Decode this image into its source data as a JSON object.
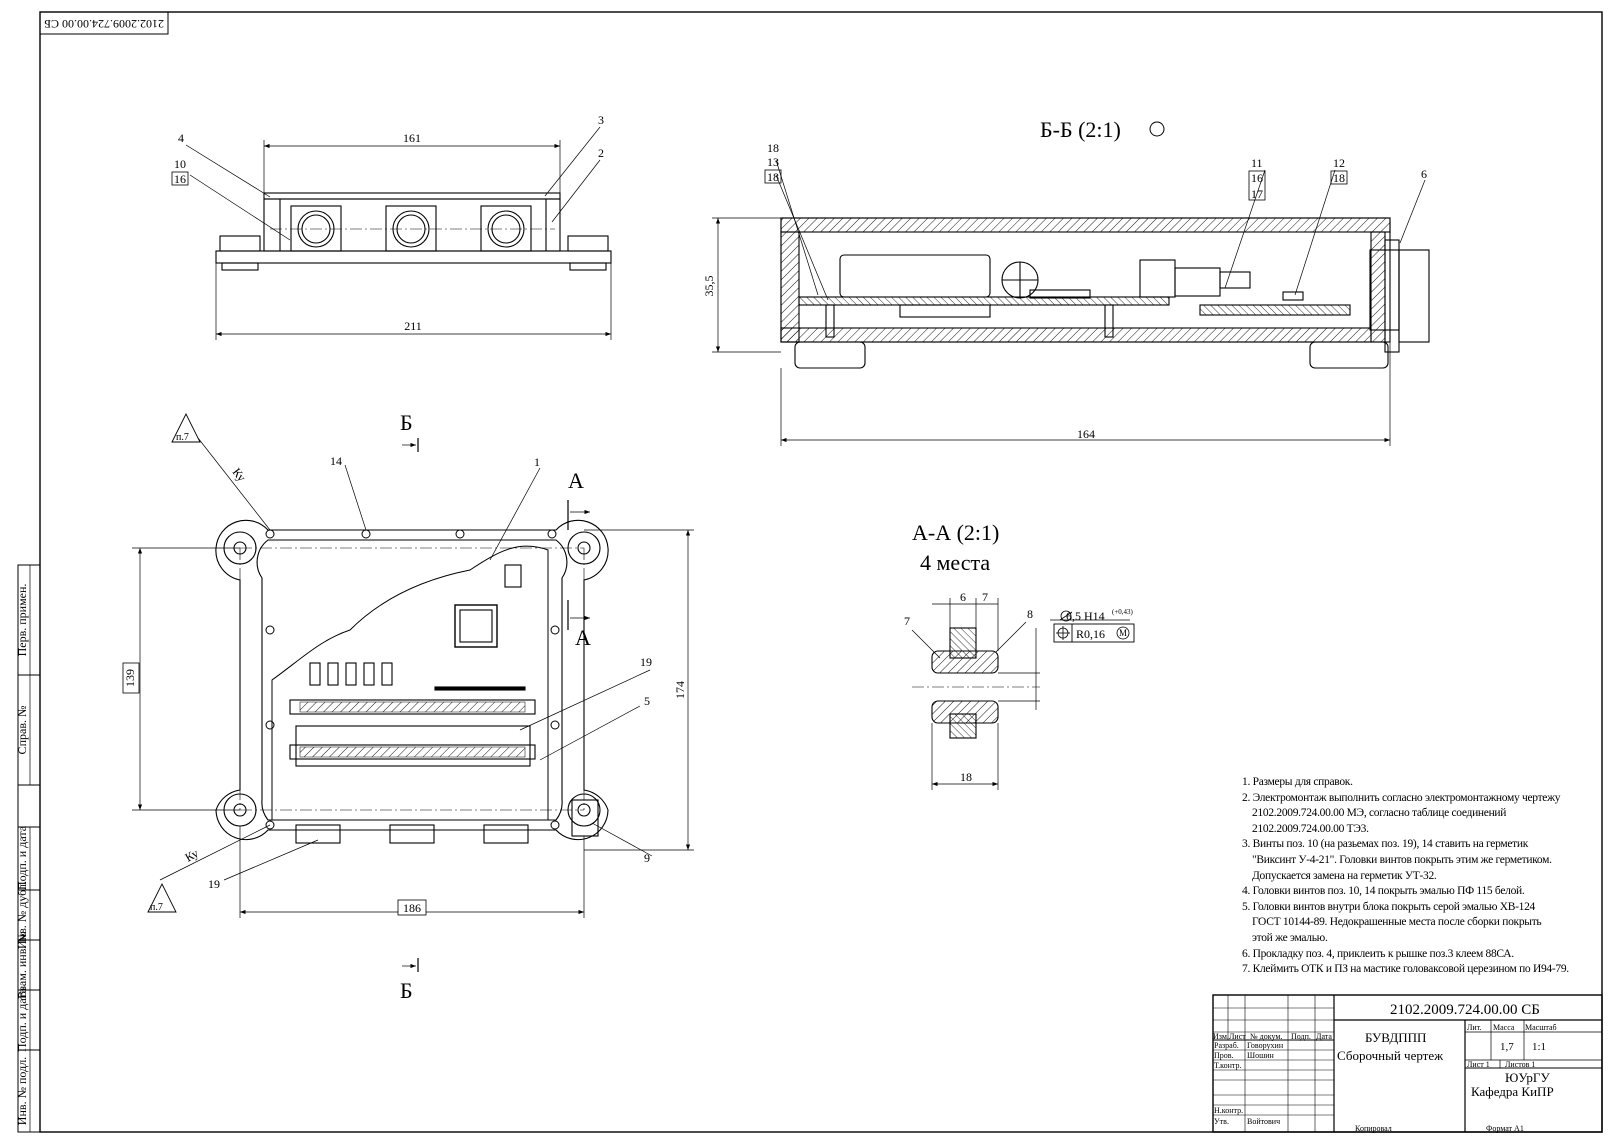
{
  "stamp_code": "2102.2009.724.00.00 СБ",
  "views": {
    "section_bb": "Б-Б (2:1)",
    "section_aa": "А-А (2:1)",
    "section_aa_count": "4 места",
    "letter_b": "Б",
    "letter_a": "А"
  },
  "dimensions": {
    "top_width": "161",
    "top_base": "211",
    "bb_height": "35,5",
    "bb_length": "164",
    "plan_height": "139",
    "plan_total_height": "174",
    "plan_width": "186",
    "aa_w1": "6",
    "aa_w2": "7",
    "aa_len": "18",
    "hole": "6,5 H14",
    "hole_tol": "(+0,43)",
    "position_tol": "R0,16",
    "tol_modifier": "M"
  },
  "marks": {
    "p7": "п.7",
    "ku": "Ку"
  },
  "callouts": {
    "top": [
      "4",
      "10",
      "16",
      "3",
      "2"
    ],
    "bb": [
      "18",
      "13",
      "18",
      "11",
      "16",
      "17",
      "12",
      "18",
      "6"
    ],
    "plan": [
      "14",
      "1",
      "19",
      "5",
      "9",
      "19"
    ],
    "aa": [
      "7",
      "8"
    ]
  },
  "notes": [
    "1. Размеры для справок.",
    "2. Электромонтаж выполнить согласно электромонтажному чертежу",
    "2102.2009.724.00.00 МЭ, согласно таблице соединений",
    "2102.2009.724.00.00 ТЭ3.",
    "3. Винты поз. 10 (на разьемах поз. 19), 14 ставить на герметик",
    "\"Виксинт У-4-21\". Головки винтов покрыть этим же герметиком.",
    "Допускается замена на герметик УТ-32.",
    "4. Головки винтов поз. 10, 14 покрыть эмалью ПФ 115 белой.",
    "5. Головки винтов внутри блока покрыть серой эмалью ХВ-124",
    "ГОСТ 10144-89. Недокрашенные места после сборки покрыть",
    "этой же эмалью.",
    "6. Прокладку поз. 4, приклеить к рышке поз.3 клеем 88СА.",
    "7. Клеймить ОТК и ПЗ на мастике головаксовой церезином по И94-79."
  ],
  "note_indents": [
    false,
    false,
    true,
    true,
    false,
    true,
    true,
    false,
    false,
    true,
    true,
    false,
    false
  ],
  "side_labels": [
    "Перв. примен.",
    "Справ. №",
    "Подп. и дата",
    "Инв. № дубл.",
    "Взам. инв. №",
    "Подп. и дата",
    "Инв. № подл."
  ],
  "title_block": {
    "code": "2102.2009.724.00.00 СБ",
    "name": "БУВДППП",
    "doc_type": "Сборочный чертеж",
    "col_izm": "Изм.",
    "col_list": "Лист",
    "col_doc": "№ докум.",
    "col_sign": "Подп.",
    "col_date": "Дата",
    "role_razrab": "Разраб.",
    "name_razrab": "Говорухин",
    "role_prov": "Пров.",
    "name_prov": "Шошин",
    "role_tkontr": "Т.контр.",
    "role_nkontr": "Н.контр.",
    "role_utv": "Утв.",
    "name_utv": "Войтович",
    "lit": "Лит.",
    "massa": "Масса",
    "masshtab": "Масштаб",
    "massa_val": "1,7",
    "scale_val": "1:1",
    "sheet": "Лист 1",
    "sheets": "Листов 1",
    "org1": "ЮУрГУ",
    "org2": "Кафедра КиПР",
    "copied": "Копировал",
    "format": "Формат А1"
  }
}
